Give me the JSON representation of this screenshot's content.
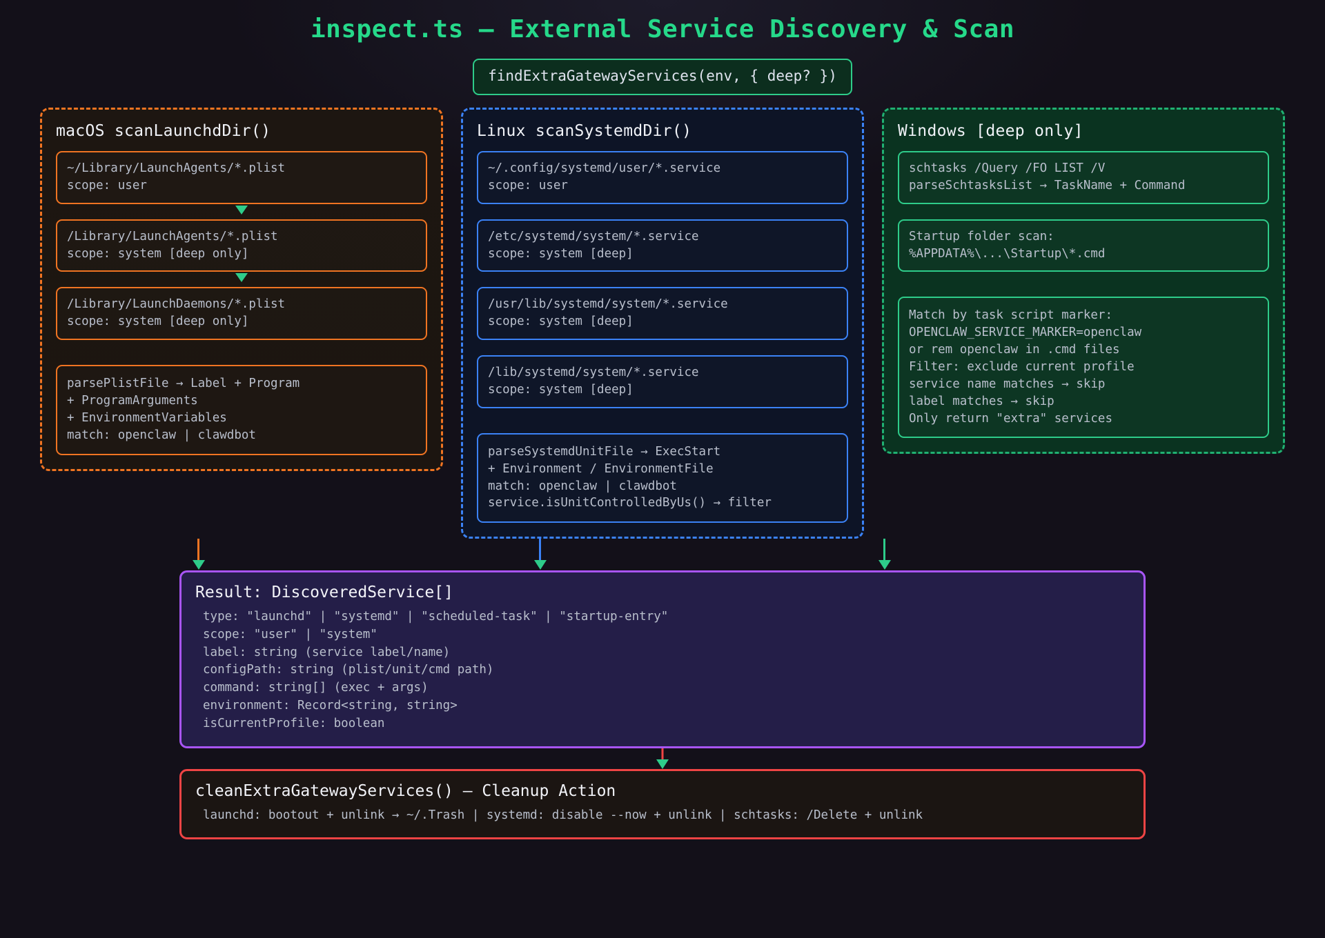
{
  "title": "inspect.ts — External Service Discovery & Scan",
  "entry": {
    "label": "findExtraGatewayServices(env, { deep? })"
  },
  "colors": {
    "accent_green": "#2ecc8a",
    "mac_orange": "#f07422",
    "linux_blue": "#3b82f6",
    "windows_green": "#20b072",
    "result_purple": "#a855f7",
    "cleanup_red": "#ef4444",
    "background": "#131019"
  },
  "columns": [
    {
      "id": "macos",
      "title": "macOS scanLaunchdDir()",
      "nodes": [
        {
          "text": "~/Library/LaunchAgents/*.plist\nscope: user",
          "arrow_before": true
        },
        {
          "text": "/Library/LaunchAgents/*.plist\nscope: system [deep only]",
          "arrow_before": true
        },
        {
          "text": "/Library/LaunchDaemons/*.plist\nscope: system [deep only]",
          "arrow_before": true
        },
        {
          "text": "parsePlistFile → Label + Program\n+ ProgramArguments\n+ EnvironmentVariables\nmatch: openclaw | clawdbot",
          "arrow_before": false
        }
      ]
    },
    {
      "id": "linux",
      "title": "Linux scanSystemdDir()",
      "nodes": [
        {
          "text": "~/.config/systemd/user/*.service\nscope: user",
          "arrow_before": false
        },
        {
          "text": "/etc/systemd/system/*.service\nscope: system [deep]",
          "arrow_before": false
        },
        {
          "text": "/usr/lib/systemd/system/*.service\nscope: system [deep]",
          "arrow_before": false
        },
        {
          "text": "/lib/systemd/system/*.service\nscope: system [deep]",
          "arrow_before": false
        },
        {
          "text": "parseSystemdUnitFile → ExecStart\n+ Environment / EnvironmentFile\nmatch: openclaw | clawdbot\nservice.isUnitControlledByUs() → filter",
          "arrow_before": false
        }
      ]
    },
    {
      "id": "windows",
      "title": "Windows [deep only]",
      "nodes": [
        {
          "text": "schtasks /Query /FO LIST /V\nparseSchtasksList → TaskName + Command",
          "arrow_before": false
        },
        {
          "text": "Startup folder scan:\n%APPDATA%\\...\\Startup\\*.cmd",
          "arrow_before": false
        },
        {
          "text": "Match by task script marker:\nOPENCLAW_SERVICE_MARKER=openclaw\nor rem openclaw in .cmd files\nFilter: exclude current profile\nservice name matches → skip\nlabel matches → skip\nOnly return \"extra\" services",
          "arrow_before": false
        }
      ]
    }
  ],
  "result": {
    "title": "Result: DiscoveredService[]",
    "lines": "type: \"launchd\" | \"systemd\" | \"scheduled-task\" | \"startup-entry\"\nscope: \"user\" | \"system\"\nlabel: string (service label/name)\nconfigPath: string (plist/unit/cmd path)\ncommand: string[] (exec + args)\nenvironment: Record<string, string>\nisCurrentProfile: boolean"
  },
  "cleanup": {
    "title": "cleanExtraGatewayServices() — Cleanup Action",
    "line": "launchd: bootout + unlink → ~/.Trash | systemd: disable --now + unlink | schtasks: /Delete + unlink"
  }
}
